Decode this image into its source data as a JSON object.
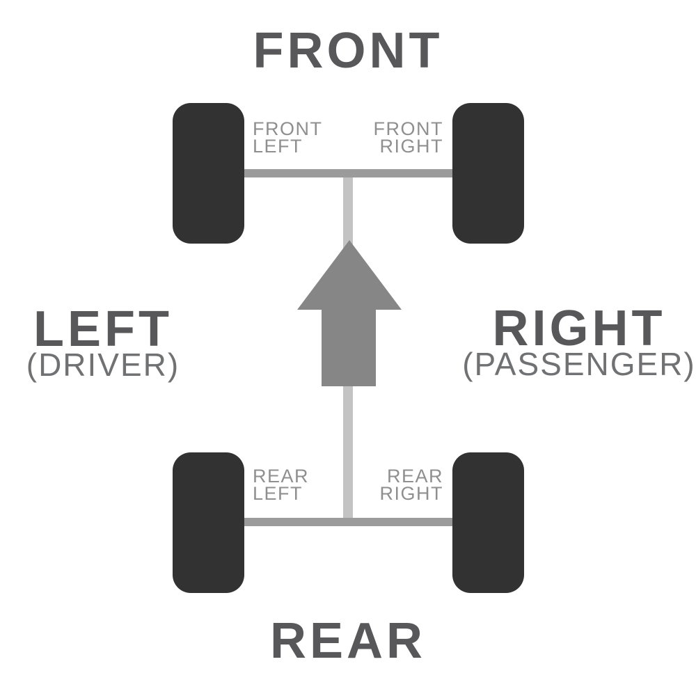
{
  "diagram": {
    "front_title": "FRONT",
    "rear_title": "REAR",
    "left_side": {
      "label": "LEFT",
      "sublabel": "(DRIVER)"
    },
    "right_side": {
      "label": "RIGHT",
      "sublabel": "(PASSENGER)"
    },
    "arrow": {
      "icon": "up-arrow",
      "points_to": "FRONT"
    },
    "wheels": [
      {
        "id": "front-left",
        "label_line1": "FRONT",
        "label_line2": "LEFT"
      },
      {
        "id": "front-right",
        "label_line1": "FRONT",
        "label_line2": "RIGHT"
      },
      {
        "id": "rear-left",
        "label_line1": "REAR",
        "label_line2": "LEFT"
      },
      {
        "id": "rear-right",
        "label_line1": "REAR",
        "label_line2": "RIGHT"
      }
    ],
    "colors": {
      "background": "#ffffff",
      "title_text": "#58585a",
      "sublabel_text": "#707173",
      "tire_fill": "#323232",
      "tire_label_text": "#8f8f8f",
      "axle": "#9b9b9b",
      "center_line": "#c3c3c3",
      "arrow": "#868686"
    }
  }
}
